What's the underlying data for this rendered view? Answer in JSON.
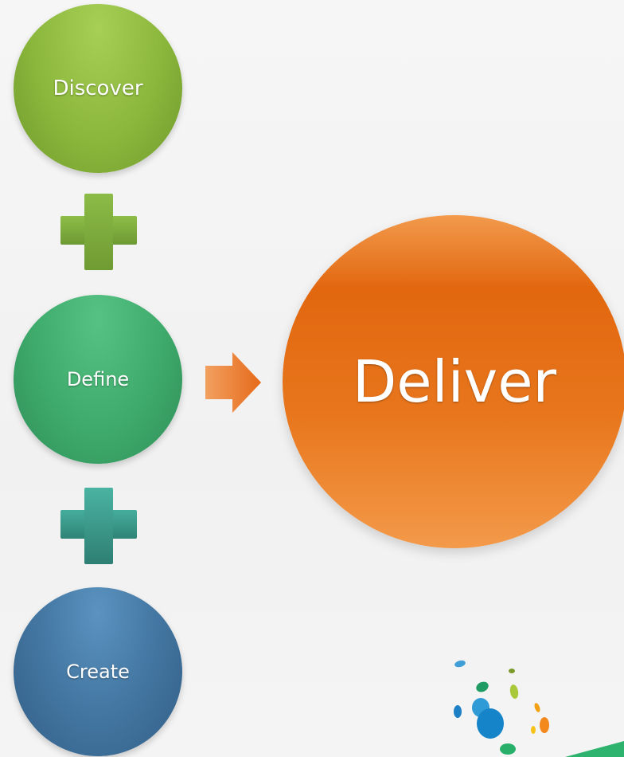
{
  "nodes": {
    "discover": "Discover",
    "define": "Define",
    "create": "Create",
    "deliver": "Deliver"
  },
  "colors": {
    "discover": "#8bb73c",
    "define": "#3eaa6b",
    "create": "#41749f",
    "deliver": "#e8761c",
    "plus_top": "#7cab3c",
    "plus_bottom": "#3a9a8b",
    "arrow": "#e8772a"
  },
  "icons": {
    "connector_top": "plus-icon",
    "connector_bottom": "plus-icon",
    "flow": "arrow-right-icon",
    "brand": "logo-dots-icon"
  }
}
